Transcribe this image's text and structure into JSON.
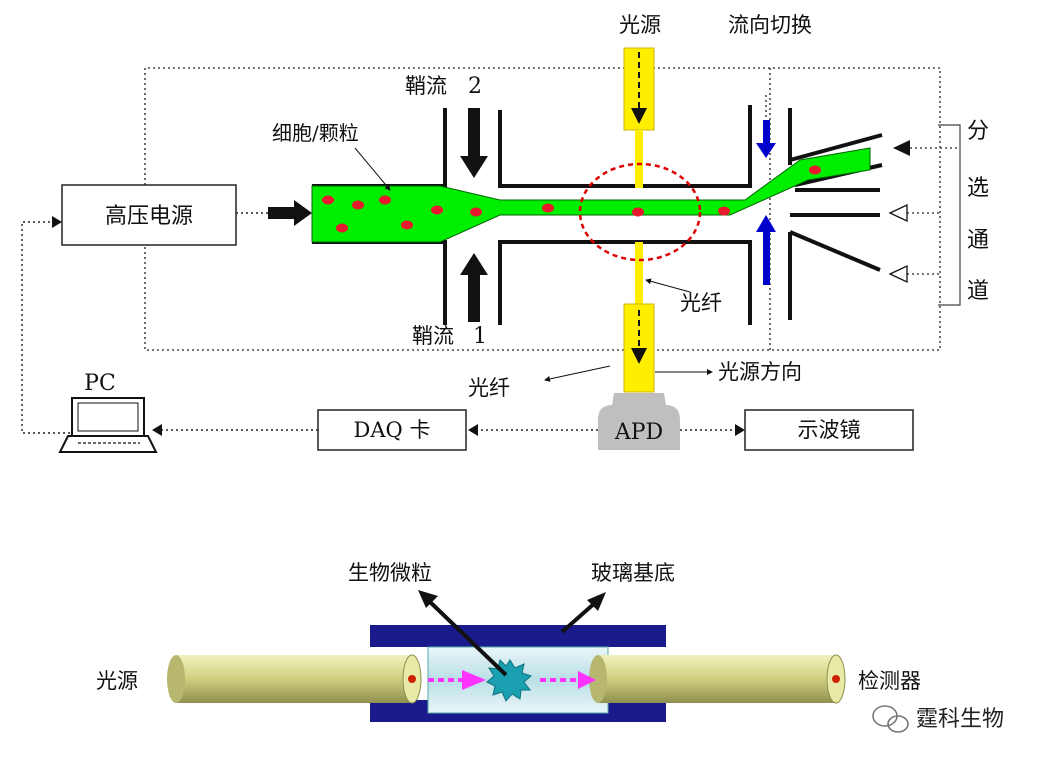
{
  "top_diagram": {
    "labels": {
      "light_source": "光源",
      "flow_switch": "流向切换",
      "sheath_flow_2": "鞘流",
      "sheath_flow_2_num": "2",
      "sheath_flow_1": "鞘流",
      "sheath_flow_1_num": "1",
      "cell_particle": "细胞/颗粒",
      "hv_supply": "高压电源",
      "fiber_right": "光纤",
      "fiber_left": "光纤",
      "light_direction": "光源方向",
      "pc": "PC",
      "daq": "DAQ 卡",
      "apd": "APD",
      "oscilloscope": "示波镜",
      "sort_1": "分",
      "sort_2": "选",
      "sort_3": "通",
      "sort_4": "道"
    },
    "colors": {
      "channel": "#00ee00",
      "particle": "#e8192c",
      "fiber": "#ffee00",
      "flow_arrow": "#0000cc",
      "focus": "#dd0000"
    }
  },
  "bottom_diagram": {
    "labels": {
      "bio_particle": "生物微粒",
      "glass_substrate": "玻璃基底",
      "light_source": "光源",
      "detector": "检测器"
    },
    "colors": {
      "plate": "#1a1a8c",
      "fiber": "#d8d88a",
      "arrow": "#ff33ff",
      "particle": "#1aa0b0"
    }
  },
  "watermark": {
    "text": "霆科生物",
    "icon": "wechat-icon"
  }
}
